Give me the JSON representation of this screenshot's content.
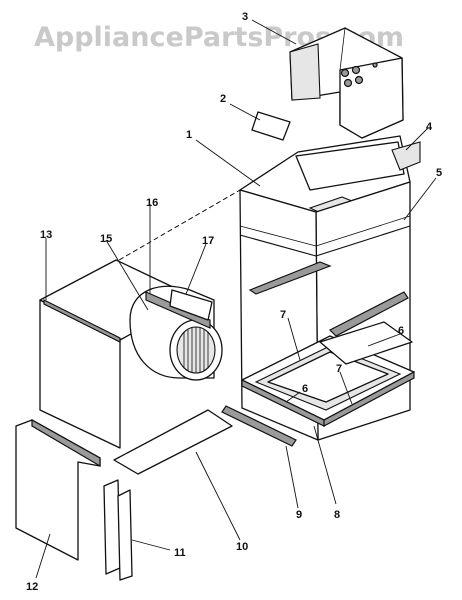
{
  "watermark": "AppliancePartsPros.com",
  "callouts": {
    "c1": "1",
    "c2": "2",
    "c3": "3",
    "c4": "4",
    "c5": "5",
    "c6a": "6",
    "c6b": "6",
    "c7a": "7",
    "c7b": "7",
    "c8": "8",
    "c9": "9",
    "c10": "10",
    "c11": "11",
    "c12": "12",
    "c13": "13",
    "c15": "15",
    "c16": "16",
    "c17": "17"
  }
}
